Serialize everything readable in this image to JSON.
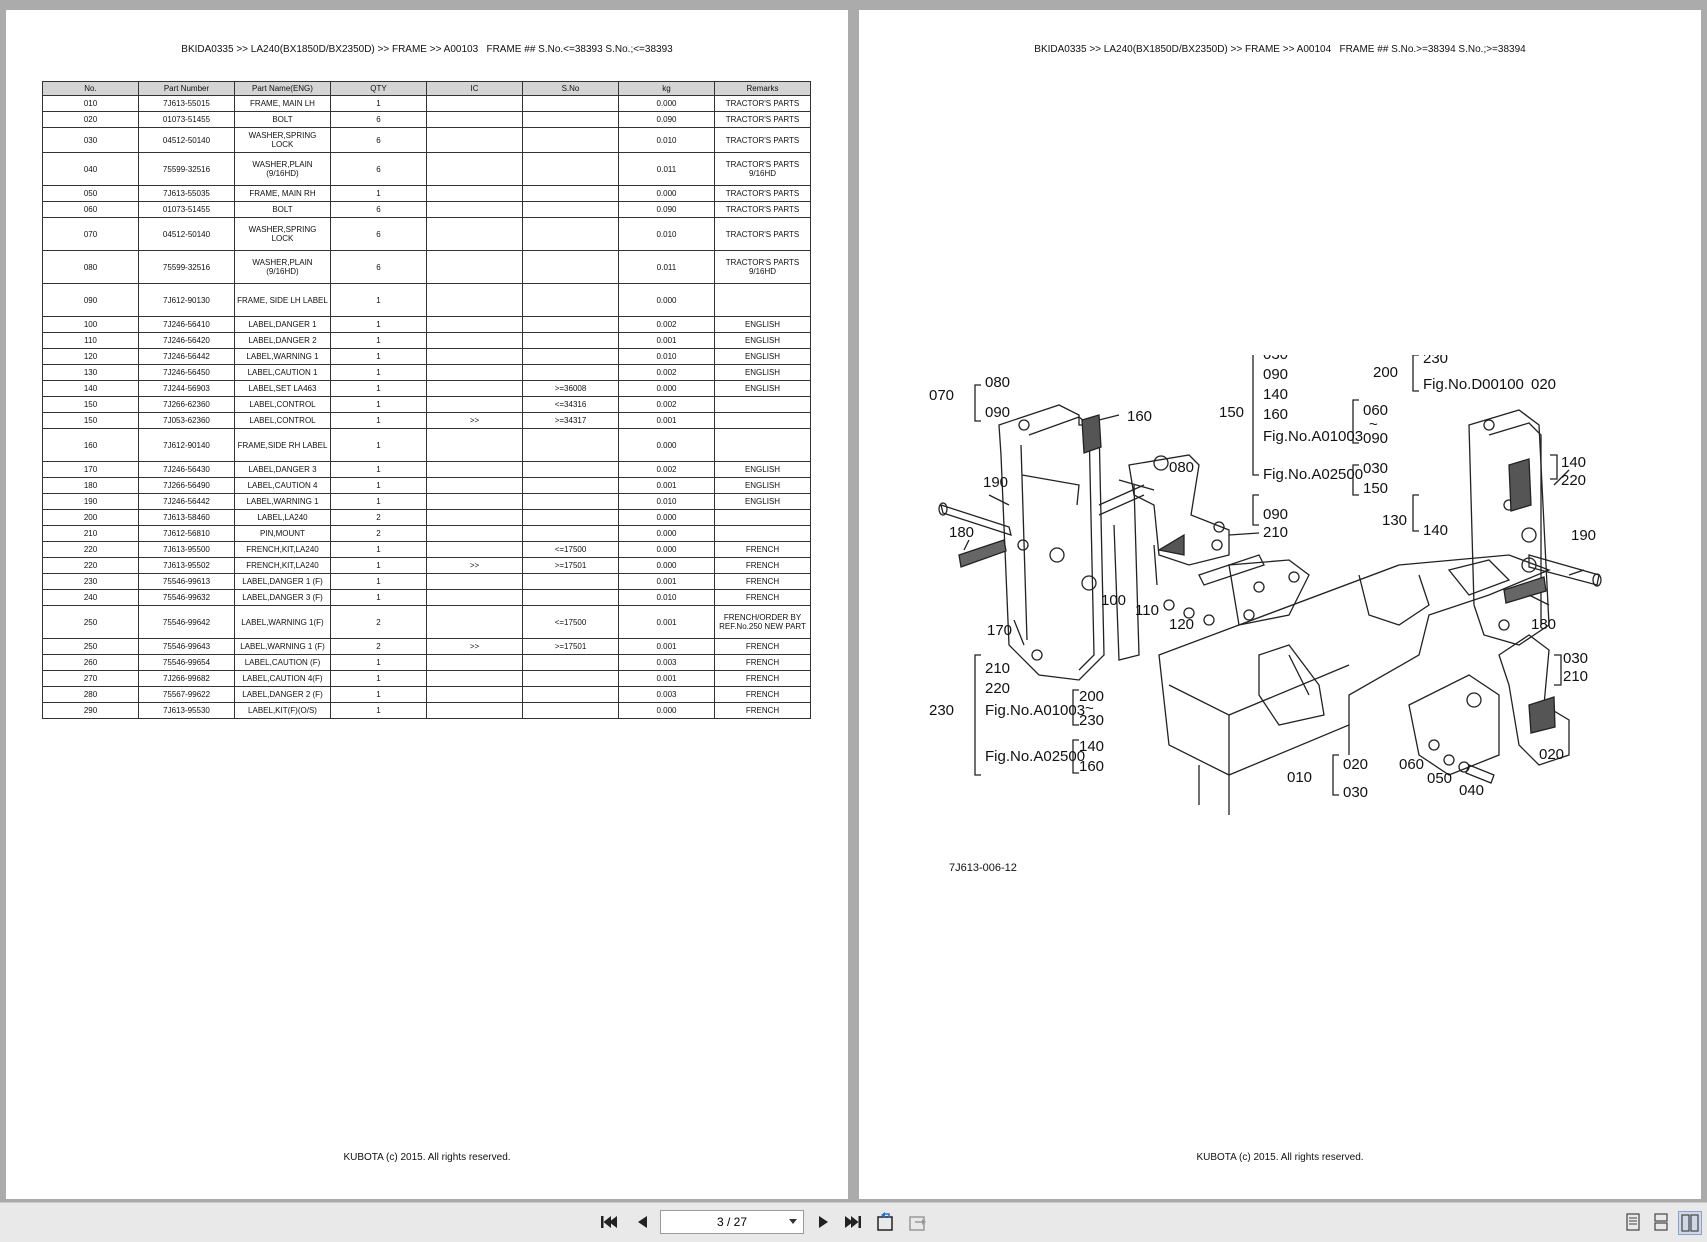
{
  "left_page": {
    "header": "BKIDA0335 >> LA240(BX1850D/BX2350D) >> FRAME >> A00103   FRAME ## S.No.<=38393 S.No.;<=38393",
    "footer": "KUBOTA (c) 2015. All rights reserved.",
    "columns": [
      "No.",
      "Part Number",
      "Part Name(ENG)",
      "QTY",
      "IC",
      "S.No",
      "kg",
      "Remarks"
    ],
    "rows": [
      {
        "h": 1,
        "no": "010",
        "part_number": "7J613-55015",
        "name": "FRAME, MAIN LH",
        "qty": "1",
        "ic": "",
        "sno": "",
        "kg": "0.000",
        "remarks": "TRACTOR'S PARTS"
      },
      {
        "h": 1,
        "no": "020",
        "part_number": "01073-51455",
        "name": "BOLT",
        "qty": "6",
        "ic": "",
        "sno": "",
        "kg": "0.090",
        "remarks": "TRACTOR'S PARTS"
      },
      {
        "h": 3,
        "no": "030",
        "part_number": "04512-50140",
        "name": "WASHER,SPRING LOCK",
        "qty": "6",
        "ic": "",
        "sno": "",
        "kg": "0.010",
        "remarks": "TRACTOR'S PARTS"
      },
      {
        "h": 2,
        "no": "040",
        "part_number": "75599-32516",
        "name": "WASHER,PLAIN (9/16HD)",
        "qty": "6",
        "ic": "",
        "sno": "",
        "kg": "0.011",
        "remarks": "TRACTOR'S PARTS 9/16HD"
      },
      {
        "h": 1,
        "no": "050",
        "part_number": "7J613-55035",
        "name": "FRAME, MAIN RH",
        "qty": "1",
        "ic": "",
        "sno": "",
        "kg": "0.000",
        "remarks": "TRACTOR'S PARTS"
      },
      {
        "h": 1,
        "no": "060",
        "part_number": "01073-51455",
        "name": "BOLT",
        "qty": "6",
        "ic": "",
        "sno": "",
        "kg": "0.090",
        "remarks": "TRACTOR'S PARTS"
      },
      {
        "h": 2,
        "no": "070",
        "part_number": "04512-50140",
        "name": "WASHER,SPRING LOCK",
        "qty": "6",
        "ic": "",
        "sno": "",
        "kg": "0.010",
        "remarks": "TRACTOR'S PARTS"
      },
      {
        "h": 2,
        "no": "080",
        "part_number": "75599-32516",
        "name": "WASHER,PLAIN (9/16HD)",
        "qty": "6",
        "ic": "",
        "sno": "",
        "kg": "0.011",
        "remarks": "TRACTOR'S PARTS 9/16HD"
      },
      {
        "h": 2,
        "no": "090",
        "part_number": "7J612-90130",
        "name": "FRAME, SIDE LH LABEL",
        "qty": "1",
        "ic": "",
        "sno": "",
        "kg": "0.000",
        "remarks": ""
      },
      {
        "h": 1,
        "no": "100",
        "part_number": "7J246-56410",
        "name": "LABEL,DANGER 1",
        "qty": "1",
        "ic": "",
        "sno": "",
        "kg": "0.002",
        "remarks": "ENGLISH"
      },
      {
        "h": 1,
        "no": "110",
        "part_number": "7J246-56420",
        "name": "LABEL,DANGER 2",
        "qty": "1",
        "ic": "",
        "sno": "",
        "kg": "0.001",
        "remarks": "ENGLISH"
      },
      {
        "h": 1,
        "no": "120",
        "part_number": "7J246-56442",
        "name": "LABEL,WARNING 1",
        "qty": "1",
        "ic": "",
        "sno": "",
        "kg": "0.010",
        "remarks": "ENGLISH"
      },
      {
        "h": 1,
        "no": "130",
        "part_number": "7J246-56450",
        "name": "LABEL,CAUTION 1",
        "qty": "1",
        "ic": "",
        "sno": "",
        "kg": "0.002",
        "remarks": "ENGLISH"
      },
      {
        "h": 1,
        "no": "140",
        "part_number": "7J244-56903",
        "name": "LABEL,SET LA463",
        "qty": "1",
        "ic": "",
        "sno": ">=36008",
        "kg": "0.000",
        "remarks": "ENGLISH"
      },
      {
        "h": 1,
        "no": "150",
        "part_number": "7J266-62360",
        "name": "LABEL,CONTROL",
        "qty": "1",
        "ic": "",
        "sno": "<=34316",
        "kg": "0.002",
        "remarks": ""
      },
      {
        "h": 1,
        "no": "150",
        "part_number": "7J053-62360",
        "name": "LABEL,CONTROL",
        "qty": "1",
        "ic": ">>",
        "sno": ">=34317",
        "kg": "0.001",
        "remarks": ""
      },
      {
        "h": 2,
        "no": "160",
        "part_number": "7J612-90140",
        "name": "FRAME,SIDE RH LABEL",
        "qty": "1",
        "ic": "",
        "sno": "",
        "kg": "0.000",
        "remarks": ""
      },
      {
        "h": 1,
        "no": "170",
        "part_number": "7J246-56430",
        "name": "LABEL,DANGER 3",
        "qty": "1",
        "ic": "",
        "sno": "",
        "kg": "0.002",
        "remarks": "ENGLISH"
      },
      {
        "h": 1,
        "no": "180",
        "part_number": "7J266-56490",
        "name": "LABEL,CAUTION 4",
        "qty": "1",
        "ic": "",
        "sno": "",
        "kg": "0.001",
        "remarks": "ENGLISH"
      },
      {
        "h": 1,
        "no": "190",
        "part_number": "7J246-56442",
        "name": "LABEL,WARNING 1",
        "qty": "1",
        "ic": "",
        "sno": "",
        "kg": "0.010",
        "remarks": "ENGLISH"
      },
      {
        "h": 1,
        "no": "200",
        "part_number": "7J613-58460",
        "name": "LABEL,LA240",
        "qty": "2",
        "ic": "",
        "sno": "",
        "kg": "0.000",
        "remarks": ""
      },
      {
        "h": 1,
        "no": "210",
        "part_number": "7J612-56810",
        "name": "PIN,MOUNT",
        "qty": "2",
        "ic": "",
        "sno": "",
        "kg": "0.000",
        "remarks": ""
      },
      {
        "h": 1,
        "no": "220",
        "part_number": "7J613-95500",
        "name": "FRENCH,KIT,LA240",
        "qty": "1",
        "ic": "",
        "sno": "<=17500",
        "kg": "0.000",
        "remarks": "FRENCH"
      },
      {
        "h": 1,
        "no": "220",
        "part_number": "7J613-95502",
        "name": "FRENCH,KIT,LA240",
        "qty": "1",
        "ic": ">>",
        "sno": ">=17501",
        "kg": "0.000",
        "remarks": "FRENCH"
      },
      {
        "h": 1,
        "no": "230",
        "part_number": "75546-99613",
        "name": "LABEL,DANGER 1 (F)",
        "qty": "1",
        "ic": "",
        "sno": "",
        "kg": "0.001",
        "remarks": "FRENCH"
      },
      {
        "h": 1,
        "no": "240",
        "part_number": "75546-99632",
        "name": "LABEL,DANGER 3 (F)",
        "qty": "1",
        "ic": "",
        "sno": "",
        "kg": "0.010",
        "remarks": "FRENCH"
      },
      {
        "h": 2,
        "no": "250",
        "part_number": "75546-99642",
        "name": "LABEL,WARNING 1(F)",
        "qty": "2",
        "ic": "",
        "sno": "<=17500",
        "kg": "0.001",
        "remarks": "FRENCH/ORDER BY REF.No.250 NEW PART"
      },
      {
        "h": 1,
        "no": "250",
        "part_number": "75546-99643",
        "name": "LABEL,WARNING 1 (F)",
        "qty": "2",
        "ic": ">>",
        "sno": ">=17501",
        "kg": "0.001",
        "remarks": "FRENCH"
      },
      {
        "h": 1,
        "no": "260",
        "part_number": "75546-99654",
        "name": "LABEL,CAUTION (F)",
        "qty": "1",
        "ic": "",
        "sno": "",
        "kg": "0.003",
        "remarks": "FRENCH"
      },
      {
        "h": 1,
        "no": "270",
        "part_number": "7J266-99682",
        "name": "LABEL,CAUTION 4(F)",
        "qty": "1",
        "ic": "",
        "sno": "",
        "kg": "0.001",
        "remarks": "FRENCH"
      },
      {
        "h": 1,
        "no": "280",
        "part_number": "75567-99622",
        "name": "LABEL,DANGER 2 (F)",
        "qty": "1",
        "ic": "",
        "sno": "",
        "kg": "0.003",
        "remarks": "FRENCH"
      },
      {
        "h": 1,
        "no": "290",
        "part_number": "7J613-95530",
        "name": "LABEL,KIT(F)(O/S)",
        "qty": "1",
        "ic": "",
        "sno": "",
        "kg": "0.000",
        "remarks": "FRENCH"
      }
    ]
  },
  "right_page": {
    "header": "BKIDA0335 >> LA240(BX1850D/BX2350D) >> FRAME >> A00104   FRAME ## S.No.>=38394 S.No.;>=38394",
    "footer": "KUBOTA (c) 2015. All rights reserved.",
    "figure_code": "7J613-006-12",
    "callouts": {
      "c070": "070",
      "c080": "080",
      "c090": "090",
      "c160": "160",
      "c150": "150",
      "c030": "030",
      "c140": "140",
      "fig_a01003": "Fig.No.A01003",
      "fig_a02500": "Fig.No.A02500",
      "c060": "060",
      "c200": "200",
      "c230": "230",
      "fig_d00100": "Fig.No.D00100",
      "c020": "020",
      "c220": "220",
      "c190": "190",
      "c130": "130",
      "c180": "180",
      "c210": "210",
      "c100": "100",
      "c110": "110",
      "c120": "120",
      "c170": "170",
      "c010": "010",
      "c050": "050",
      "c040": "040",
      "tilde": "~"
    }
  },
  "toolbar": {
    "page_indicator": "3 / 27"
  }
}
